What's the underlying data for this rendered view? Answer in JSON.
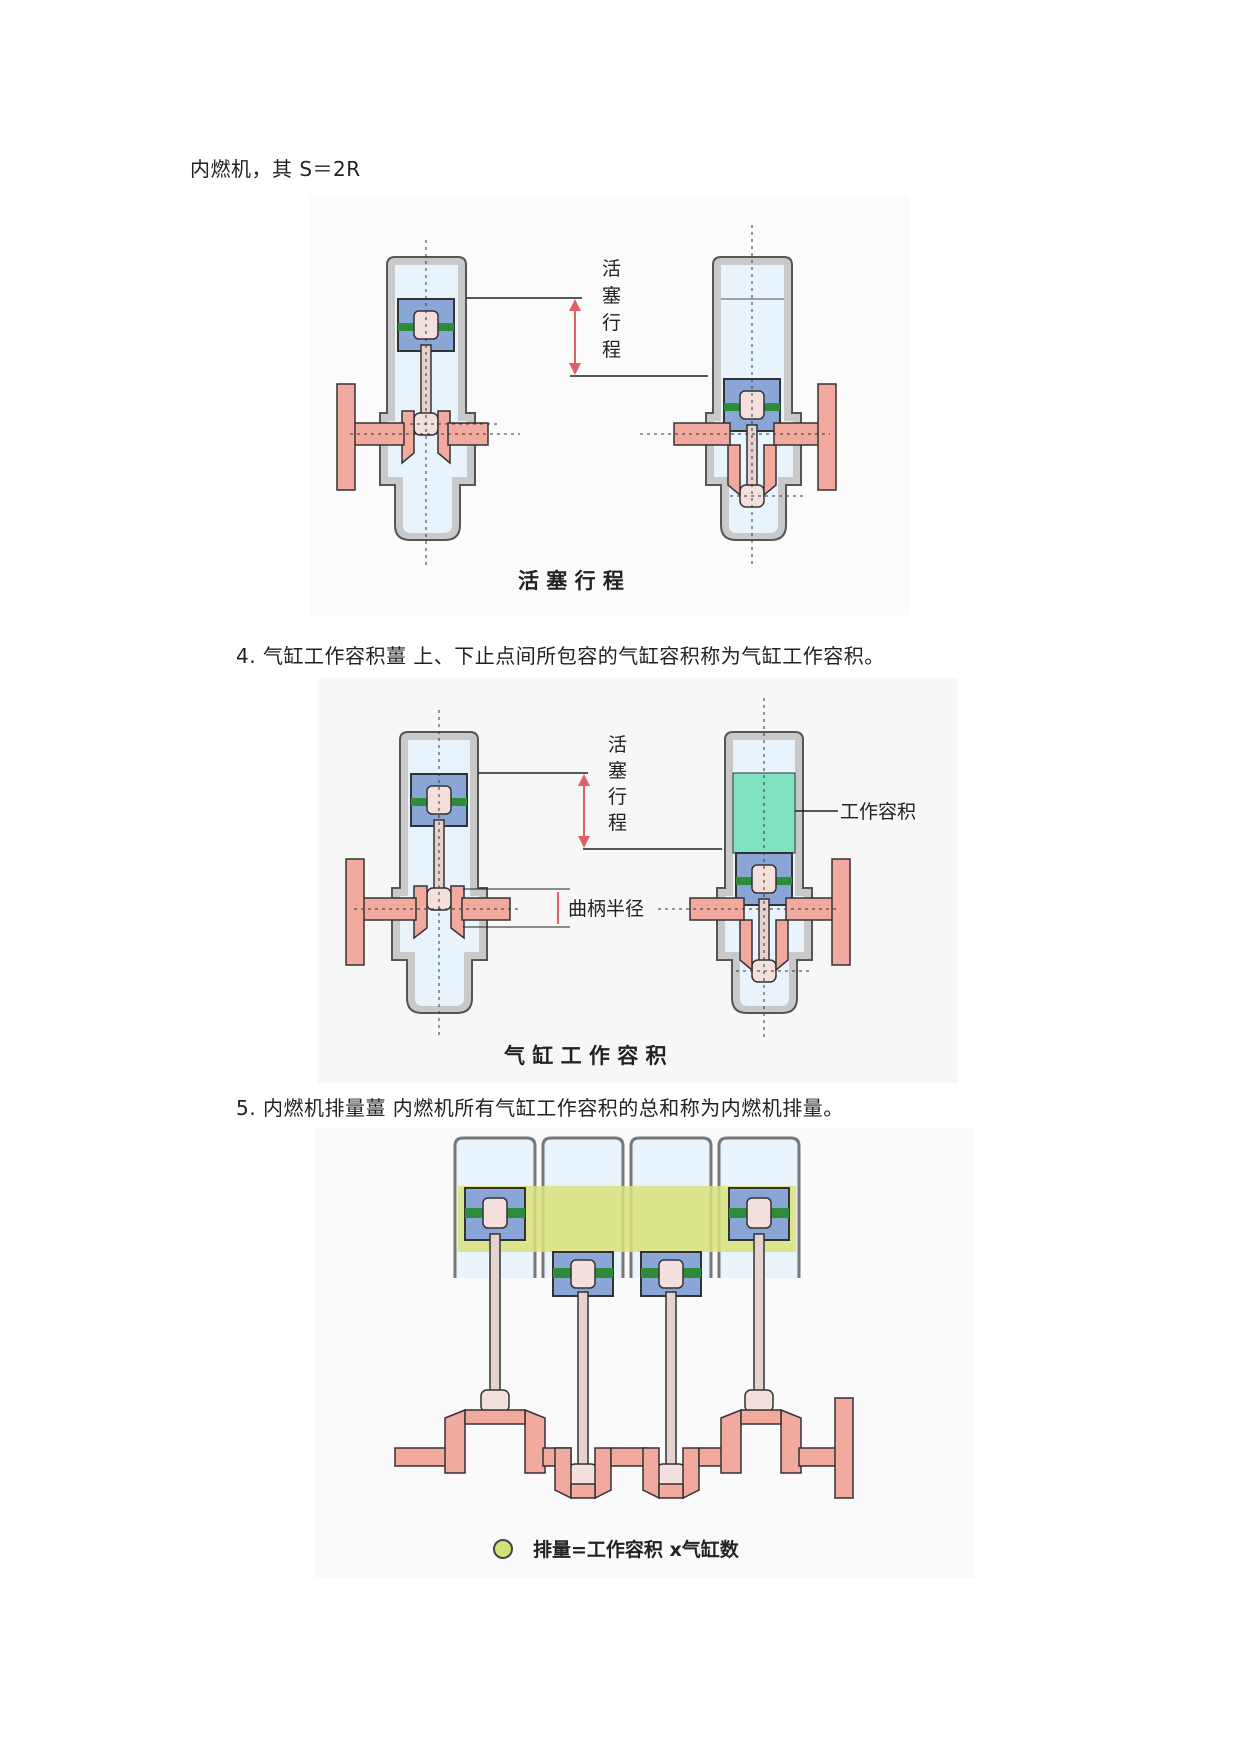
{
  "text": {
    "intro": "内燃机，其 S＝2R",
    "item4": "4. 气缸工作容积薑 上、下止点间所包容的气缸容积称为气缸工作容积。",
    "item5": "5. 内燃机排量薑 内燃机所有气缸工作容积的总和称为内燃机排量。"
  },
  "figure1": {
    "side_label_chars": [
      "活",
      "塞",
      "行",
      "程"
    ],
    "caption": "活 塞 行 程"
  },
  "figure2": {
    "side_label_chars": [
      "活",
      "塞",
      "行",
      "程"
    ],
    "crank_radius_label": "曲柄半径",
    "work_volume_label": "工作容积",
    "caption": "气 缸 工 作 容 积"
  },
  "figure3": {
    "legend": "排量=工作容积 x气缸数"
  },
  "colors": {
    "cylinder_fill": "#e9f3fb",
    "wall_fill": "#c9c9c9",
    "piston_blue": "#8aa6d6",
    "ring_green": "#2e8b3a",
    "pink": "#f2a99e",
    "work_volume": "#7fe3c3",
    "displacement_band": "#d9e27a",
    "legend_dot": "#d4e07a"
  }
}
